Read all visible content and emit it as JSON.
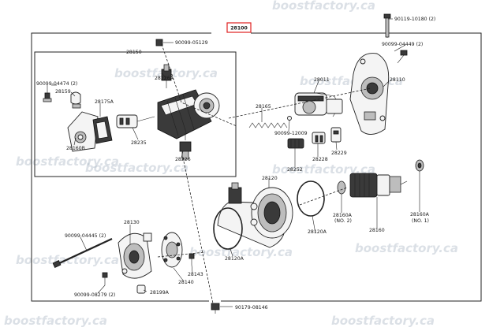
{
  "main_part_number": "28100",
  "accent_color": "#e02020",
  "watermark_text": "boostfactory.ca",
  "part_labels": [
    "90119-10180 (2)",
    "90099-05129",
    "28150",
    "90099-04449 (2)",
    "90099-04474 (2)",
    "28159",
    "28226A",
    "28011",
    "28110",
    "28175A",
    "28165",
    "28160B",
    "28235",
    "90099-12009",
    "28229",
    "28226",
    "28228",
    "28252",
    "28120",
    "28130",
    "90099-04445 (2)",
    "28160A",
    "28160A",
    "28160",
    "28120A",
    "28120A",
    "28143",
    "28140",
    "28199A",
    "90099-08279 (2)",
    "90179-08146",
    "(NO. 2)",
    "(NO. 1)"
  ]
}
